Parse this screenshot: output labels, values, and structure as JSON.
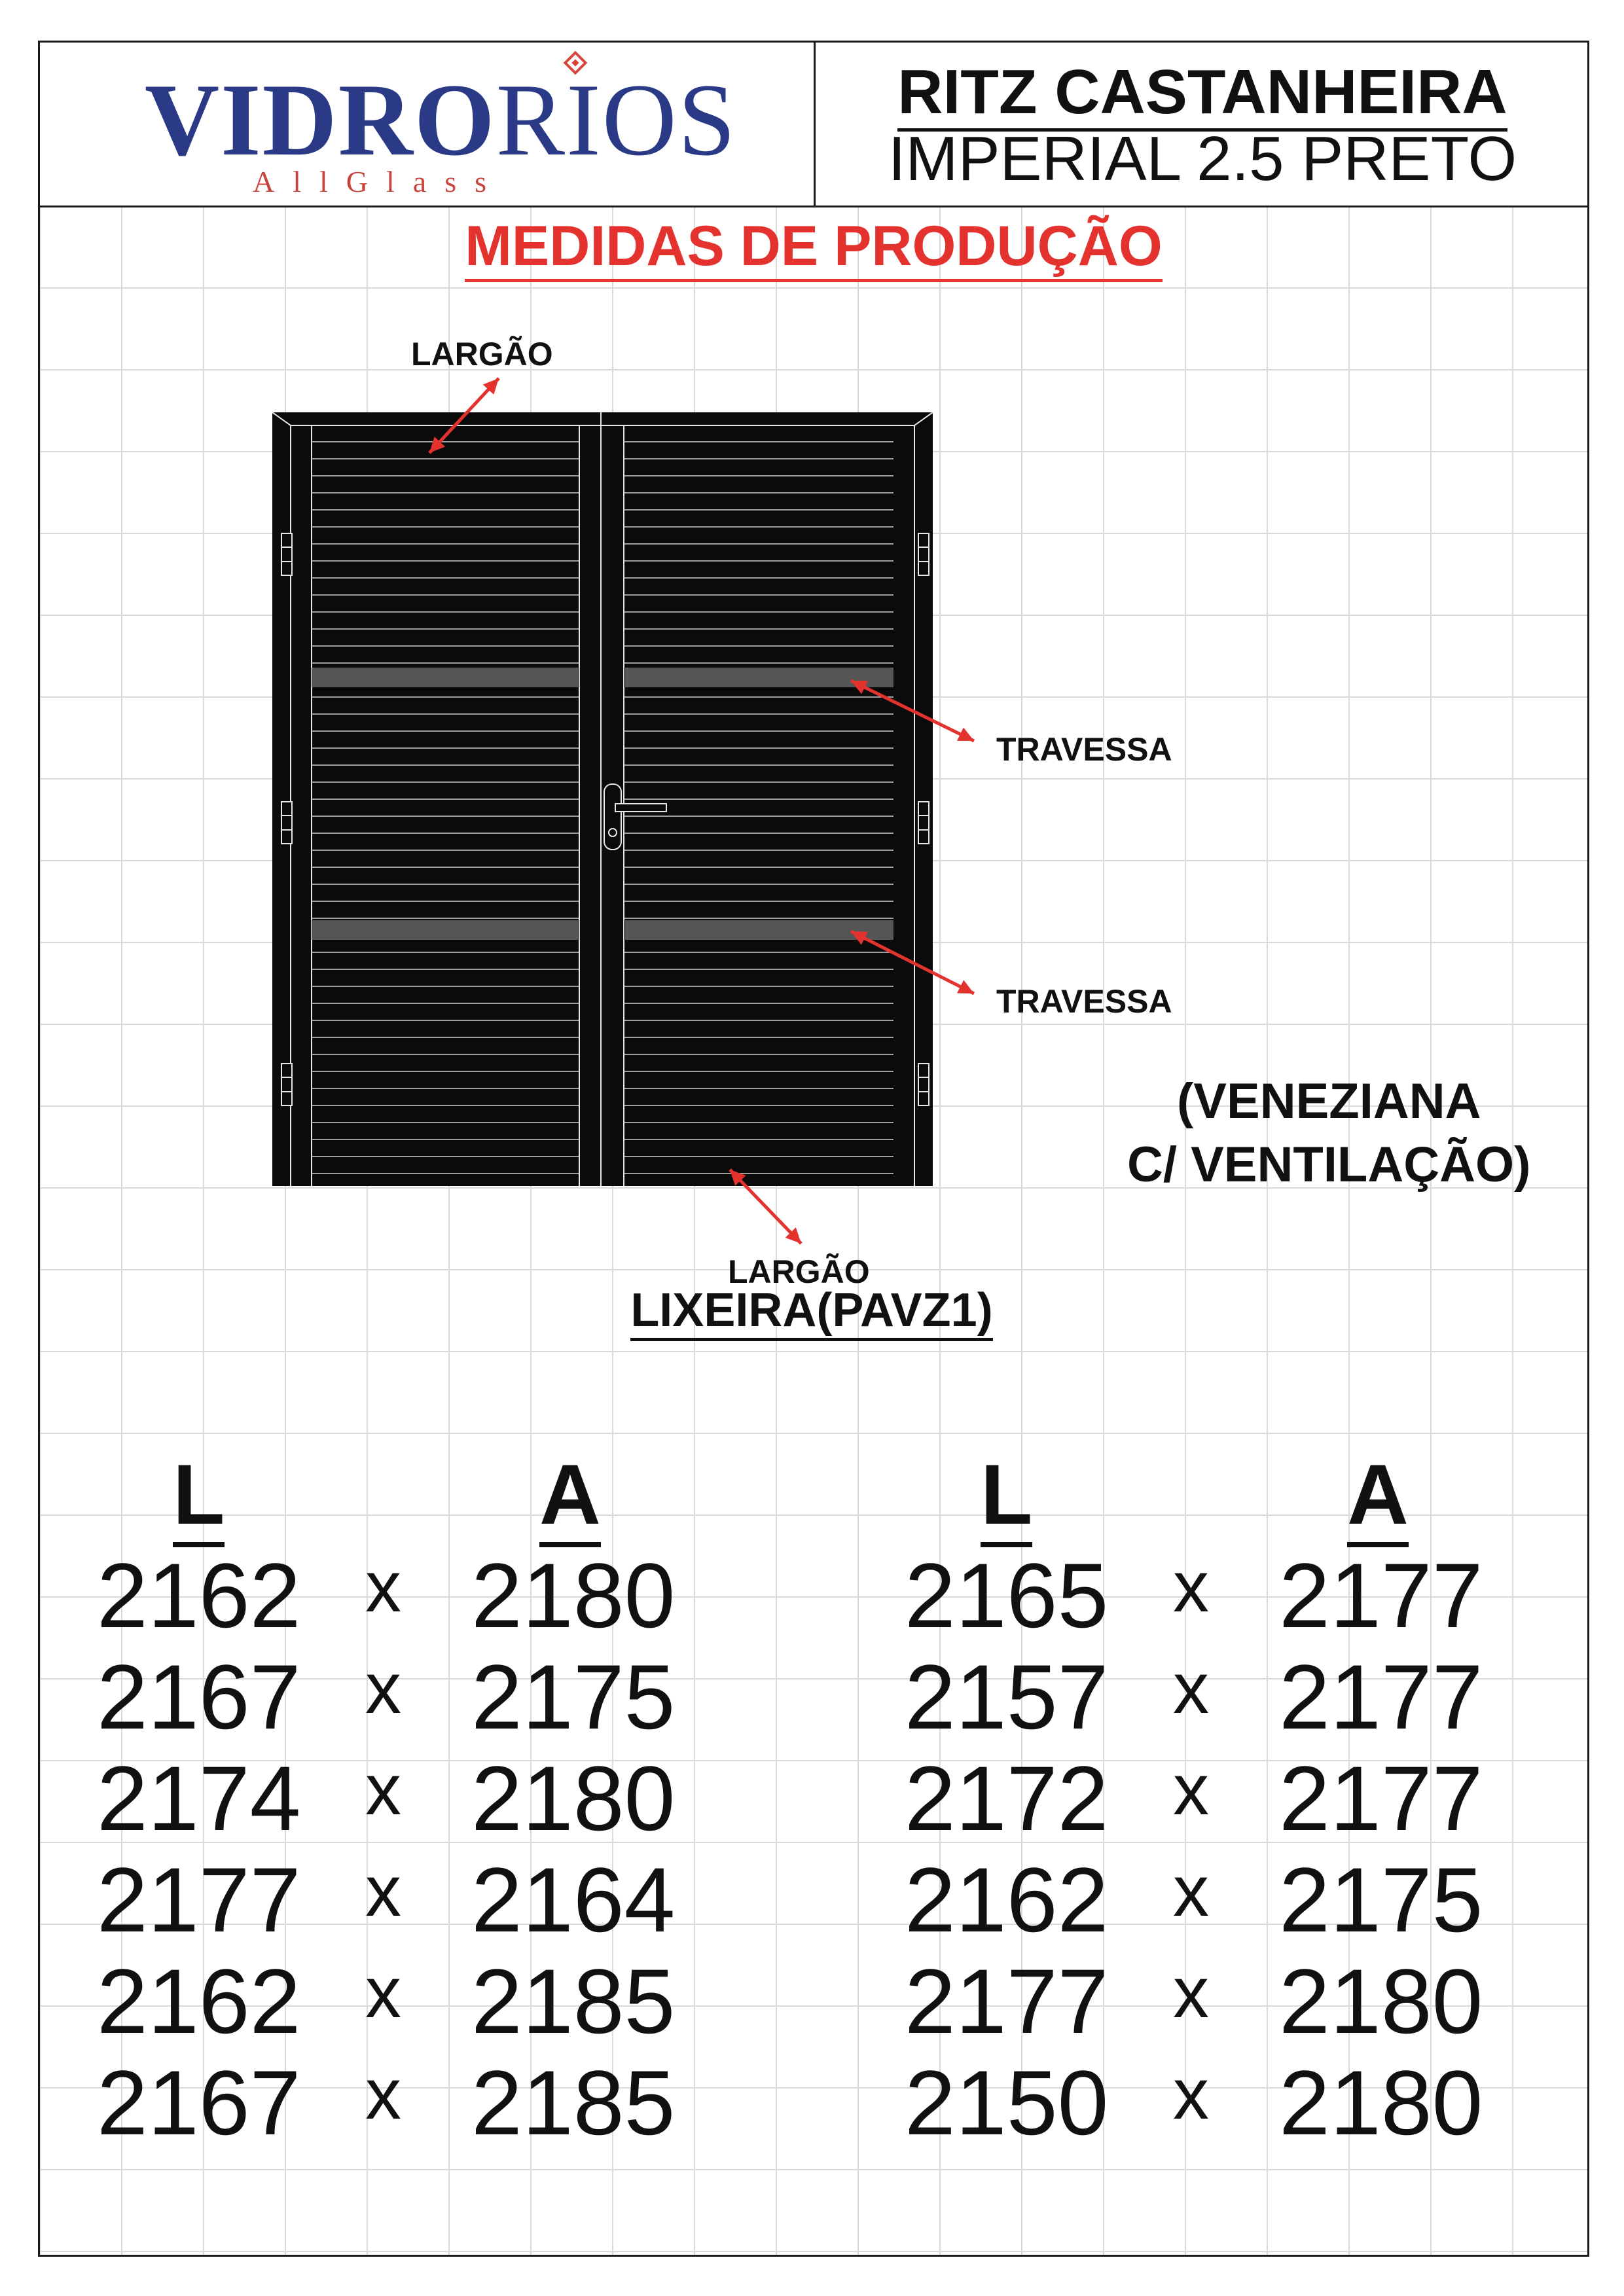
{
  "logo": {
    "brand_bold": "VIDRO",
    "brand_light": "RIOS",
    "tagline": "AllGlass",
    "brand_color": "#2b3a87",
    "accent_color": "#d9453c"
  },
  "header": {
    "client": "RITZ CASTANHEIRA",
    "product": "IMPERIAL 2.5 PRETO"
  },
  "section_title": "MEDIDAS DE PRODUÇÃO",
  "diagram": {
    "label_top": "LARGÃO",
    "label_travessa_1": "TRAVESSA",
    "label_travessa_2": "TRAVESSA",
    "label_bottom": "LARGÃO",
    "note_line1": "(VENEZIANA",
    "note_line2": "C/ VENTILAÇÃO)"
  },
  "location": "LIXEIRA(PAVZ1)",
  "measurements": {
    "col_l_header": "L",
    "col_a_header": "A",
    "separator": "x",
    "left": [
      {
        "l": "2162",
        "a": "2180"
      },
      {
        "l": "2167",
        "a": "2175"
      },
      {
        "l": "2174",
        "a": "2180"
      },
      {
        "l": "2177",
        "a": "2164"
      },
      {
        "l": "2162",
        "a": "2185"
      },
      {
        "l": "2167",
        "a": "2185"
      }
    ],
    "right": [
      {
        "l": "2165",
        "a": "2177"
      },
      {
        "l": "2157",
        "a": "2177"
      },
      {
        "l": "2172",
        "a": "2177"
      },
      {
        "l": "2162",
        "a": "2175"
      },
      {
        "l": "2177",
        "a": "2180"
      },
      {
        "l": "2150",
        "a": "2180"
      }
    ]
  }
}
